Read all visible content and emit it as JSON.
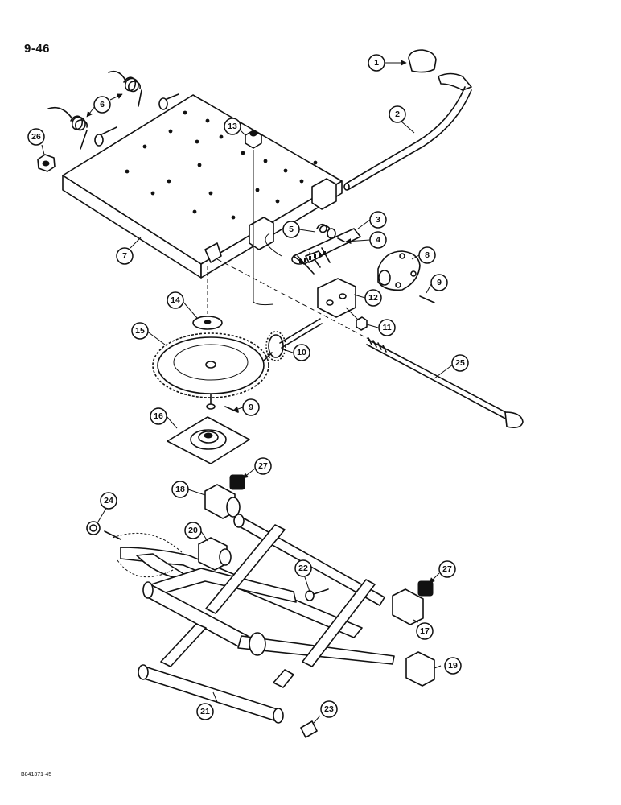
{
  "page_number": "9-46",
  "figure_code": "B841371-45",
  "callouts": [
    "1",
    "2",
    "3",
    "4",
    "5",
    "6",
    "7",
    "8",
    "9",
    "9",
    "10",
    "11",
    "12",
    "13",
    "14",
    "15",
    "16",
    "17",
    "18",
    "19",
    "20",
    "21",
    "22",
    "23",
    "24",
    "25",
    "26",
    "27",
    "27"
  ]
}
